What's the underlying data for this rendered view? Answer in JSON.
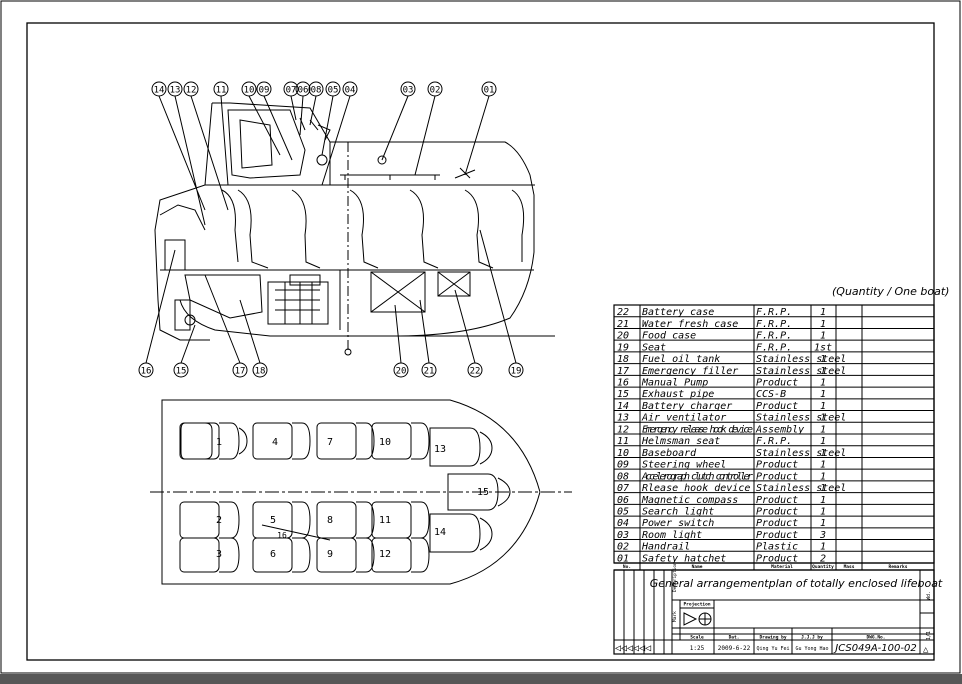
{
  "drawing": {
    "quantity_note": "(Quantity / One boat)",
    "title": "General arrangementplan of totally enclosed lifeboat",
    "callouts_top": [
      "14",
      "13",
      "12",
      "11",
      "10",
      "09",
      "07",
      "06",
      "08",
      "05",
      "04",
      "03",
      "02",
      "01"
    ],
    "callouts_bottom": [
      "16",
      "15",
      "17",
      "18",
      "20",
      "21",
      "22",
      "19"
    ],
    "seat_numbers": [
      "1",
      "4",
      "7",
      "10",
      "13",
      "2",
      "5",
      "8",
      "11",
      "3",
      "6",
      "9",
      "12",
      "14",
      "15",
      "16"
    ],
    "parts": [
      {
        "no": "22",
        "name": "Battery case",
        "material": "F.R.P.",
        "qty": "1"
      },
      {
        "no": "21",
        "name": "Water fresh case",
        "material": "F.R.P.",
        "qty": "1"
      },
      {
        "no": "20",
        "name": "Food  case",
        "material": "F.R.P.",
        "qty": "1"
      },
      {
        "no": "19",
        "name": "Seat",
        "material": "F.R.P.",
        "qty": "1st"
      },
      {
        "no": "18",
        "name": "Fuel oil tank",
        "material": "Stainless steel",
        "qty": "1"
      },
      {
        "no": "17",
        "name": "Emergency filler",
        "material": "Stainless steel",
        "qty": "1"
      },
      {
        "no": "16",
        "name": "Manual Pump",
        "material": "Product",
        "qty": "1"
      },
      {
        "no": "15",
        "name": "Exhaust pipe",
        "material": "CCS-B",
        "qty": "1"
      },
      {
        "no": "14",
        "name": "Battery charger",
        "material": "Product",
        "qty": "1"
      },
      {
        "no": "13",
        "name": "Air ventilator",
        "material": "Stainless steel",
        "qty": "1"
      },
      {
        "no": "12",
        "name": "Emergency release hook device",
        "material": "Assembly",
        "qty": "1"
      },
      {
        "no": "11",
        "name": "Helmsman seat",
        "material": "F.R.P.",
        "qty": "1"
      },
      {
        "no": "10",
        "name": "Baseboard",
        "material": "Stainless steel",
        "qty": "1"
      },
      {
        "no": "09",
        "name": "Steering wheel",
        "material": "Product",
        "qty": "1"
      },
      {
        "no": "08",
        "name": "Accelerograph clutch controller",
        "material": "Product",
        "qty": "1"
      },
      {
        "no": "07",
        "name": "Rlease hook device",
        "material": "Stainless steel",
        "qty": "1"
      },
      {
        "no": "06",
        "name": "Magnetic compass",
        "material": "Product",
        "qty": "1"
      },
      {
        "no": "05",
        "name": "Search light",
        "material": "Product",
        "qty": "1"
      },
      {
        "no": "04",
        "name": "Power switch",
        "material": "Product",
        "qty": "1"
      },
      {
        "no": "03",
        "name": "Room light",
        "material": "Product",
        "qty": "3"
      },
      {
        "no": "02",
        "name": "Handrail",
        "material": "Plastic",
        "qty": "1"
      },
      {
        "no": "01",
        "name": "Safety hatchet",
        "material": "Product",
        "qty": "2"
      }
    ],
    "table_headers": {
      "no": "No.",
      "name": "Name",
      "material": "Material",
      "quantity": "Quantity",
      "mass": "Mass",
      "remarks": "Remarks"
    },
    "title_block": {
      "description_label": "Description",
      "projection_label": "Projection",
      "mark_label": "Mark",
      "scale_label": "Scale",
      "scale": "1:25",
      "date_label": "Dat.",
      "date": "2009-6-22",
      "drawn_label": "Drawing by",
      "drawn_by": "Qing Yu Fei",
      "checked_label": "J.J.J by",
      "checked_by": "Gu Yong Hao",
      "dwg_label": "DWG.No.",
      "dwg_no": "JCS049A-100-02",
      "right_top": "Wd.",
      "right_bottom": "1/1",
      "triangles": "◁◁◁◁◁◁"
    }
  }
}
